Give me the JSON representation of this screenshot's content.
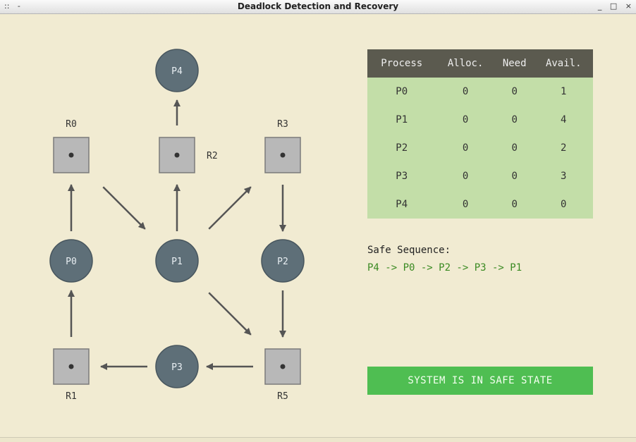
{
  "window": {
    "title": "Deadlock Detection and Recovery",
    "left_controls": [
      "::",
      "-"
    ],
    "right_controls": [
      "_",
      "□",
      "×"
    ]
  },
  "graph": {
    "processes": [
      {
        "id": "P0",
        "label": "P0"
      },
      {
        "id": "P1",
        "label": "P1"
      },
      {
        "id": "P2",
        "label": "P2"
      },
      {
        "id": "P3",
        "label": "P3"
      },
      {
        "id": "P4",
        "label": "P4"
      }
    ],
    "resources": [
      {
        "id": "R0",
        "label": "R0"
      },
      {
        "id": "R1",
        "label": "R1"
      },
      {
        "id": "R2",
        "label": "R2"
      },
      {
        "id": "R3",
        "label": "R3"
      },
      {
        "id": "R5",
        "label": "R5"
      }
    ],
    "edges": [
      {
        "from": "P0",
        "to": "R0"
      },
      {
        "from": "R1",
        "to": "P0"
      },
      {
        "from": "R0",
        "to": "P1"
      },
      {
        "from": "P1",
        "to": "R2"
      },
      {
        "from": "P1",
        "to": "R3"
      },
      {
        "from": "P1",
        "to": "R5"
      },
      {
        "from": "R2",
        "to": "P4"
      },
      {
        "from": "R3",
        "to": "P2"
      },
      {
        "from": "P2",
        "to": "R5"
      },
      {
        "from": "R5",
        "to": "P3"
      },
      {
        "from": "P3",
        "to": "R1"
      }
    ],
    "colors": {
      "process_fill": "#5e6f78",
      "process_stroke": "#48565e",
      "process_text": "#e8eef2",
      "resource_fill": "#b8b8b8",
      "resource_stroke": "#7a7a7a",
      "arrow": "#555555"
    }
  },
  "table": {
    "headers": [
      "Process",
      "Alloc.",
      "Need",
      "Avail."
    ],
    "rows": [
      [
        "P0",
        "0",
        "0",
        "1"
      ],
      [
        "P1",
        "0",
        "0",
        "4"
      ],
      [
        "P2",
        "0",
        "0",
        "2"
      ],
      [
        "P3",
        "0",
        "0",
        "3"
      ],
      [
        "P4",
        "0",
        "0",
        "0"
      ]
    ]
  },
  "safe_sequence": {
    "label": "Safe Sequence:",
    "value": "P4 -> P0 -> P2 -> P3 -> P1"
  },
  "status": {
    "text": "SYSTEM IS IN SAFE STATE",
    "color": "#4fbe52"
  }
}
